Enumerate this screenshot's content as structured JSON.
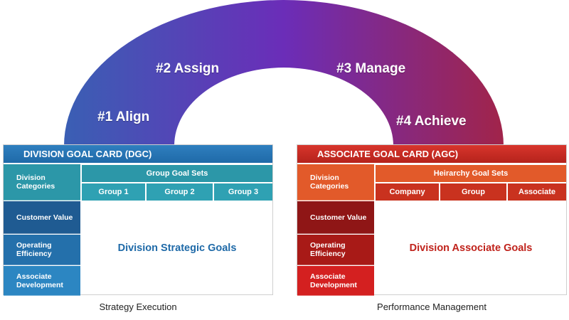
{
  "arc": {
    "steps": [
      "#1 Align",
      "#2 Assign",
      "#3 Manage",
      "#4 Achieve"
    ],
    "gradient_colors": [
      "#3a5fb4",
      "#6b2db8",
      "#a1244a"
    ]
  },
  "dgc": {
    "title": "DIVISION GOAL CARD (DGC)",
    "categories": [
      "Division Categories",
      "Customer Value",
      "Operating Efficiency",
      "Associate Development"
    ],
    "set_header": "Group Goal Sets",
    "subcolumns": [
      "Group 1",
      "Group 2",
      "Group 3"
    ],
    "main": "Division Strategic Goals",
    "caption": "Strategy Execution",
    "colors": {
      "header": "#1f6aa8",
      "category_top": "#2c97a8",
      "category_rows": [
        "#1f5b92",
        "#2470ab",
        "#2c86c2"
      ]
    }
  },
  "agc": {
    "title": "ASSOCIATE GOAL CARD (AGC)",
    "categories": [
      "Division Categories",
      "Customer Value",
      "Operating Efficiency",
      "Associate Development"
    ],
    "set_header": "Heirarchy Goal Sets",
    "subcolumns": [
      "Company",
      "Group",
      "Associate"
    ],
    "main": "Division Associate Goals",
    "caption": "Performance Management",
    "colors": {
      "header": "#c0231c",
      "category_top": "#e25a2a",
      "category_rows": [
        "#8f1616",
        "#a81a17",
        "#d42020"
      ]
    }
  }
}
